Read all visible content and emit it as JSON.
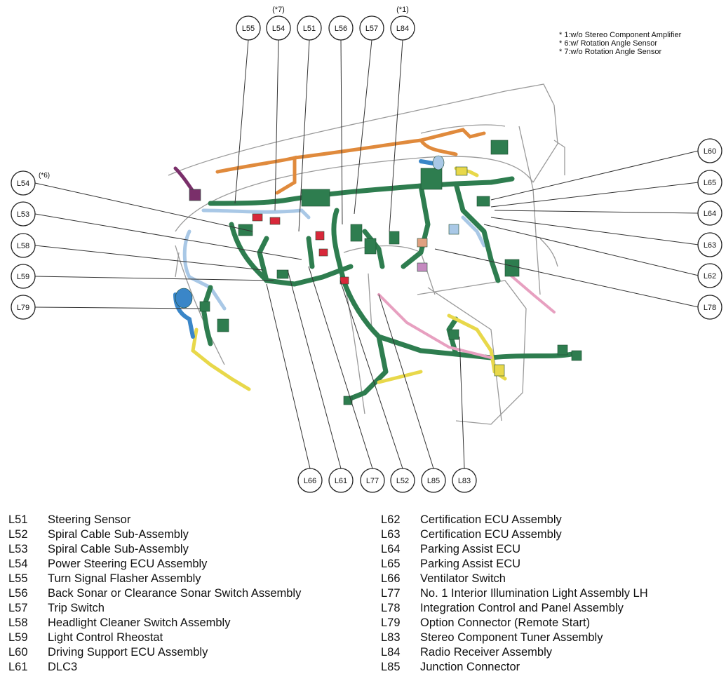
{
  "notes": [
    "* 1:w/o Stereo Component Amplifier",
    "* 6:w/ Rotation Angle Sensor",
    "* 7:w/o Rotation Angle Sensor"
  ],
  "callouts_top": [
    {
      "code": "L55",
      "note": ""
    },
    {
      "code": "L54",
      "note": "(*7)"
    },
    {
      "code": "L51",
      "note": ""
    },
    {
      "code": "L56",
      "note": ""
    },
    {
      "code": "L57",
      "note": ""
    },
    {
      "code": "L84",
      "note": "(*1)"
    }
  ],
  "callouts_left": [
    {
      "code": "L54",
      "note": "(*6)"
    },
    {
      "code": "L53",
      "note": ""
    },
    {
      "code": "L58",
      "note": ""
    },
    {
      "code": "L59",
      "note": ""
    },
    {
      "code": "L79",
      "note": ""
    }
  ],
  "callouts_right": [
    {
      "code": "L60"
    },
    {
      "code": "L65"
    },
    {
      "code": "L64"
    },
    {
      "code": "L63"
    },
    {
      "code": "L62"
    },
    {
      "code": "L78"
    }
  ],
  "callouts_bottom": [
    {
      "code": "L66"
    },
    {
      "code": "L61"
    },
    {
      "code": "L77"
    },
    {
      "code": "L52"
    },
    {
      "code": "L85"
    },
    {
      "code": "L83"
    }
  ],
  "legend_left": [
    {
      "code": "L51",
      "name": "Steering Sensor"
    },
    {
      "code": "L52",
      "name": "Spiral Cable Sub-Assembly"
    },
    {
      "code": "L53",
      "name": "Spiral Cable Sub-Assembly"
    },
    {
      "code": "L54",
      "name": "Power Steering ECU Assembly"
    },
    {
      "code": "L55",
      "name": "Turn Signal Flasher Assembly"
    },
    {
      "code": "L56",
      "name": "Back Sonar or Clearance Sonar Switch Assembly"
    },
    {
      "code": "L57",
      "name": "Trip Switch"
    },
    {
      "code": "L58",
      "name": "Headlight Cleaner Switch Assembly"
    },
    {
      "code": "L59",
      "name": "Light Control Rheostat"
    },
    {
      "code": "L60",
      "name": "Driving Support ECU Assembly"
    },
    {
      "code": "L61",
      "name": "DLC3"
    }
  ],
  "legend_right": [
    {
      "code": "L62",
      "name": "Certification ECU Assembly"
    },
    {
      "code": "L63",
      "name": "Certification ECU Assembly"
    },
    {
      "code": "L64",
      "name": "Parking Assist ECU"
    },
    {
      "code": "L65",
      "name": "Parking Assist ECU"
    },
    {
      "code": "L66",
      "name": "Ventilator Switch"
    },
    {
      "code": "L77",
      "name": "No. 1 Interior Illumination Light Assembly LH"
    },
    {
      "code": "L78",
      "name": "Integration Control and Panel Assembly"
    },
    {
      "code": "L79",
      "name": "Option Connector (Remote Start)"
    },
    {
      "code": "L83",
      "name": "Stereo Component Tuner Assembly"
    },
    {
      "code": "L84",
      "name": "Radio Receiver Assembly"
    },
    {
      "code": "L85",
      "name": "Junction Connector"
    }
  ],
  "colors": {
    "harness_main": "#2e7d4f",
    "harness_orange": "#e08a3c",
    "harness_light_blue": "#a9c8e6",
    "harness_blue": "#3a86c8",
    "harness_yellow": "#e8d84a",
    "harness_pink": "#e7a0c0",
    "harness_purple": "#7a2f6a",
    "connector_red": "#d8283a",
    "outline": "#9a9a9a"
  }
}
